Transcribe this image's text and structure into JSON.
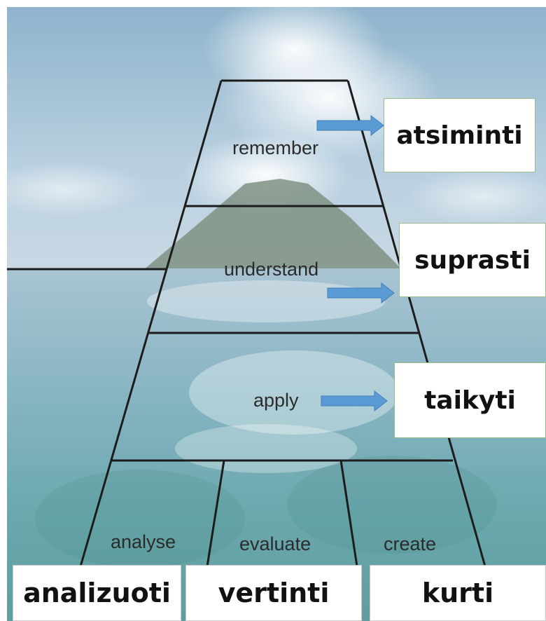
{
  "pyramid": {
    "levels_en": {
      "remember": "remember",
      "understand": "understand",
      "apply": "apply",
      "analyse": "analyse",
      "evaluate": "evaluate",
      "create": "create"
    }
  },
  "translations": {
    "remember": "atsiminti",
    "understand": "suprasti",
    "apply": "taikyti",
    "analyse": "analizuoti",
    "evaluate": "vertinti",
    "create": "kurti"
  },
  "colors": {
    "arrow": "#5b9bd5",
    "outline": "#1c1c1c",
    "box_border": "#9bbb8c"
  }
}
